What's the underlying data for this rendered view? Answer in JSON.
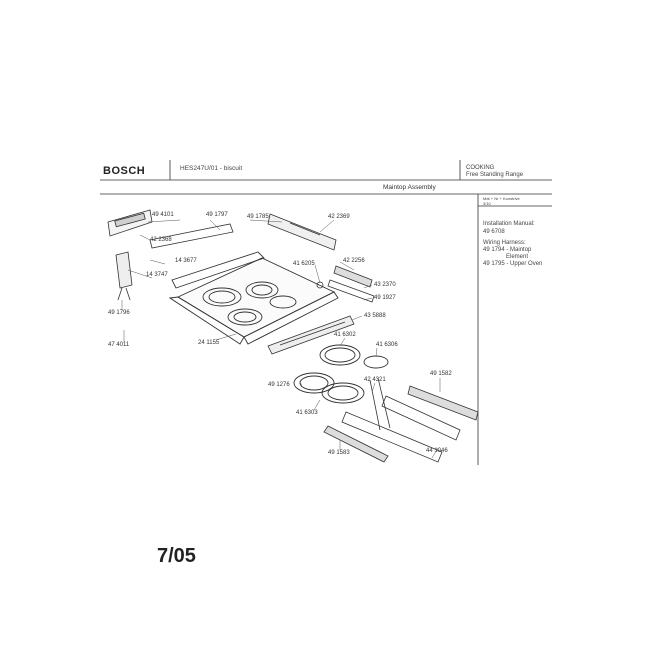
{
  "header": {
    "brand": "BOSCH",
    "model": "HES247U/01 - biscuit",
    "category": "COOKING",
    "subcategory": "Free Standing Range",
    "section": "Maintop Assembly",
    "ref_line1": "Mat + Nr + Konstrive",
    "ref_line2": "3/10"
  },
  "notes": {
    "install_label": "Installation Manual:",
    "install_number": "49 6708",
    "wiring_label": "Wiring Harness:",
    "wiring_item1": "49 1794 - Maintop",
    "wiring_item1b": "Element",
    "wiring_item2": "49 1795 - Upper Oven"
  },
  "parts": [
    {
      "label": "49 4101"
    },
    {
      "label": "49 1797"
    },
    {
      "label": "49 1785"
    },
    {
      "label": "42 2369"
    },
    {
      "label": "42 2368"
    },
    {
      "label": "14 3677"
    },
    {
      "label": "14 3747"
    },
    {
      "label": "41 6205"
    },
    {
      "label": "42 2256"
    },
    {
      "label": "43 2370"
    },
    {
      "label": "49 1927"
    },
    {
      "label": "49 1796"
    },
    {
      "label": "43 5888"
    },
    {
      "label": "47 4011"
    },
    {
      "label": "24 1155"
    },
    {
      "label": "41 6302"
    },
    {
      "label": "41 6306"
    },
    {
      "label": "49 1582"
    },
    {
      "label": "49 1276"
    },
    {
      "label": "42 4321"
    },
    {
      "label": "41 6303"
    },
    {
      "label": "49 1583"
    },
    {
      "label": "44 1046"
    }
  ],
  "footer": {
    "date": "7/05"
  }
}
